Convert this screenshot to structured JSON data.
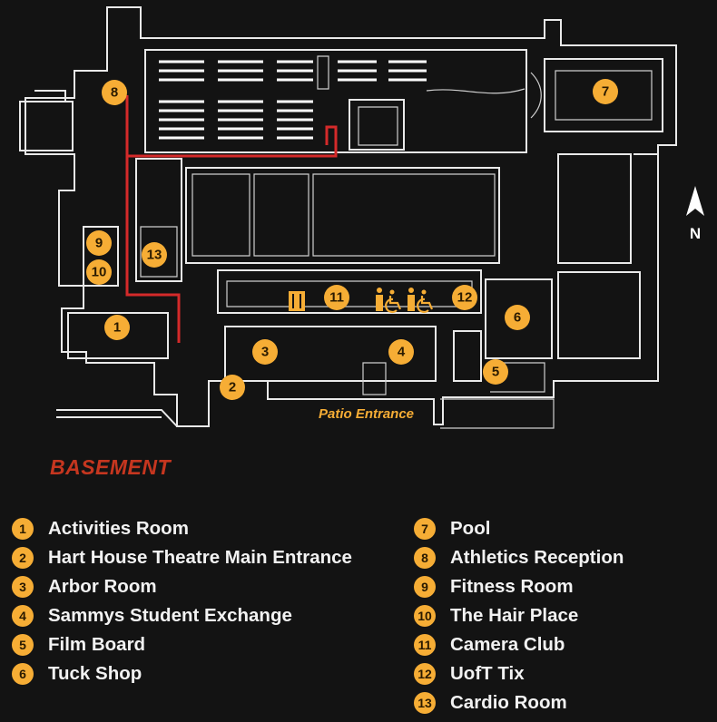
{
  "map": {
    "section_title": "BASEMENT",
    "entrance_label": "Patio Entrance",
    "north_label": "N",
    "accent_color": "#f6ad35",
    "title_color": "#c5361f",
    "route_color": "#d42a2a",
    "markers": [
      {
        "number": "1",
        "label": "Activities Room"
      },
      {
        "number": "2",
        "label": "Hart House Theatre Main Entrance"
      },
      {
        "number": "3",
        "label": "Arbor Room"
      },
      {
        "number": "4",
        "label": "Sammys Student Exchange"
      },
      {
        "number": "5",
        "label": "Film Board"
      },
      {
        "number": "6",
        "label": "Tuck Shop"
      },
      {
        "number": "7",
        "label": "Pool"
      },
      {
        "number": "8",
        "label": "Athletics Reception"
      },
      {
        "number": "9",
        "label": "Fitness Room"
      },
      {
        "number": "10",
        "label": "The Hair Place"
      },
      {
        "number": "11",
        "label": "Camera Club"
      },
      {
        "number": "12",
        "label": "UofT Tix"
      },
      {
        "number": "13",
        "label": "Cardio Room"
      }
    ],
    "icons": [
      "north-arrow-icon",
      "elevator-icon",
      "accessible-washroom-icon"
    ]
  }
}
